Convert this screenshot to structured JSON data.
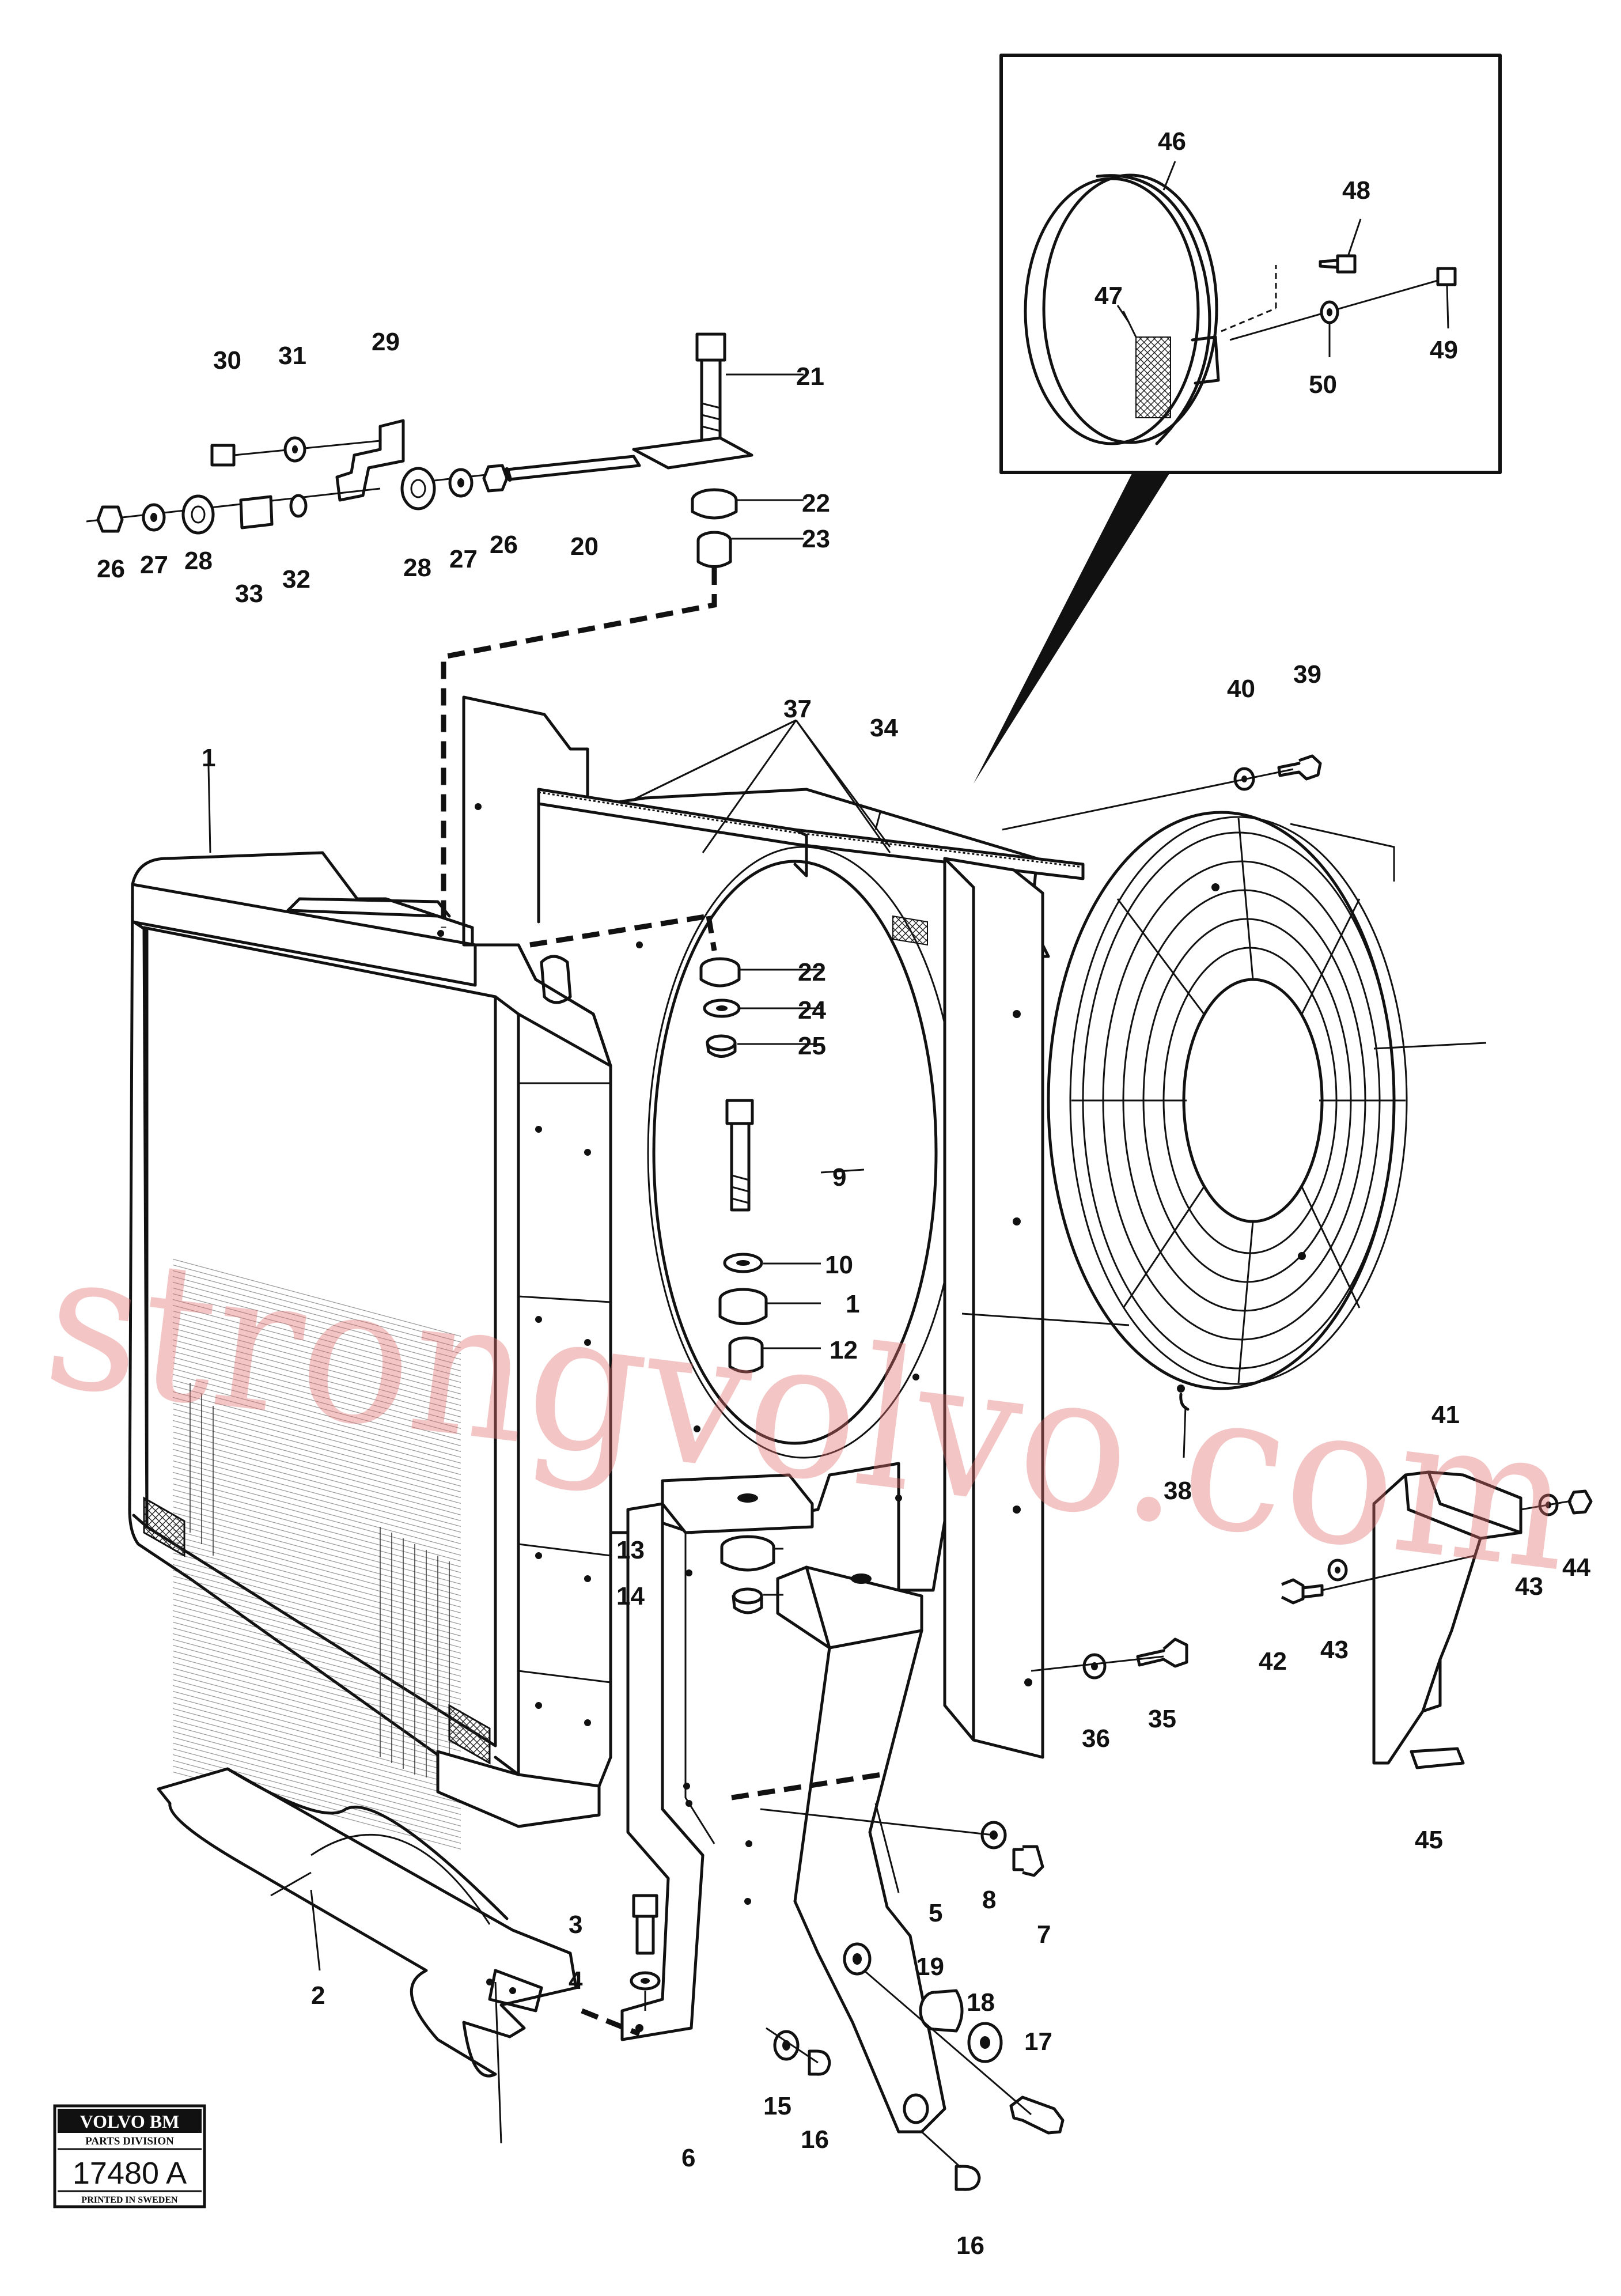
{
  "diagram": {
    "part_labels": [
      {
        "id": "lbl-1",
        "text": "1"
      },
      {
        "id": "lbl-2",
        "text": "2"
      },
      {
        "id": "lbl-3",
        "text": "3"
      },
      {
        "id": "lbl-4",
        "text": "4"
      },
      {
        "id": "lbl-5",
        "text": "5"
      },
      {
        "id": "lbl-6",
        "text": "6"
      },
      {
        "id": "lbl-7",
        "text": "7"
      },
      {
        "id": "lbl-8",
        "text": "8"
      },
      {
        "id": "lbl-9",
        "text": "9"
      },
      {
        "id": "lbl-10",
        "text": "10"
      },
      {
        "id": "lbl-11",
        "text": "1"
      },
      {
        "id": "lbl-12",
        "text": "12"
      },
      {
        "id": "lbl-13",
        "text": "13"
      },
      {
        "id": "lbl-14",
        "text": "14"
      },
      {
        "id": "lbl-15",
        "text": "15"
      },
      {
        "id": "lbl-16a",
        "text": "16"
      },
      {
        "id": "lbl-16b",
        "text": "16"
      },
      {
        "id": "lbl-17",
        "text": "17"
      },
      {
        "id": "lbl-18",
        "text": "18"
      },
      {
        "id": "lbl-19",
        "text": "19"
      },
      {
        "id": "lbl-20",
        "text": "20"
      },
      {
        "id": "lbl-21",
        "text": "21"
      },
      {
        "id": "lbl-22a",
        "text": "22"
      },
      {
        "id": "lbl-22b",
        "text": "22"
      },
      {
        "id": "lbl-23",
        "text": "23"
      },
      {
        "id": "lbl-24",
        "text": "24"
      },
      {
        "id": "lbl-25",
        "text": "25"
      },
      {
        "id": "lbl-26a",
        "text": "26"
      },
      {
        "id": "lbl-26b",
        "text": "26"
      },
      {
        "id": "lbl-27a",
        "text": "27"
      },
      {
        "id": "lbl-27b",
        "text": "27"
      },
      {
        "id": "lbl-28a",
        "text": "28"
      },
      {
        "id": "lbl-28b",
        "text": "28"
      },
      {
        "id": "lbl-29",
        "text": "29"
      },
      {
        "id": "lbl-30",
        "text": "30"
      },
      {
        "id": "lbl-31",
        "text": "31"
      },
      {
        "id": "lbl-32",
        "text": "32"
      },
      {
        "id": "lbl-33",
        "text": "33"
      },
      {
        "id": "lbl-34",
        "text": "34"
      },
      {
        "id": "lbl-35",
        "text": "35"
      },
      {
        "id": "lbl-36",
        "text": "36"
      },
      {
        "id": "lbl-37",
        "text": "37"
      },
      {
        "id": "lbl-38",
        "text": "38"
      },
      {
        "id": "lbl-39",
        "text": "39"
      },
      {
        "id": "lbl-40",
        "text": "40"
      },
      {
        "id": "lbl-41",
        "text": "41"
      },
      {
        "id": "lbl-42",
        "text": "42"
      },
      {
        "id": "lbl-43a",
        "text": "43"
      },
      {
        "id": "lbl-43b",
        "text": "43"
      },
      {
        "id": "lbl-44",
        "text": "44"
      },
      {
        "id": "lbl-45",
        "text": "45"
      },
      {
        "id": "lbl-46",
        "text": "46"
      },
      {
        "id": "lbl-47",
        "text": "47"
      },
      {
        "id": "lbl-48",
        "text": "48"
      },
      {
        "id": "lbl-49",
        "text": "49"
      },
      {
        "id": "lbl-50",
        "text": "50"
      }
    ]
  },
  "logo": {
    "brand": "VOLVO BM",
    "division": "PARTS DIVISION",
    "drawing_number": "17480 A",
    "printed": "PRINTED IN SWEDEN"
  },
  "watermark": {
    "text": "strongvolvo.com",
    "color": "#e07070"
  }
}
